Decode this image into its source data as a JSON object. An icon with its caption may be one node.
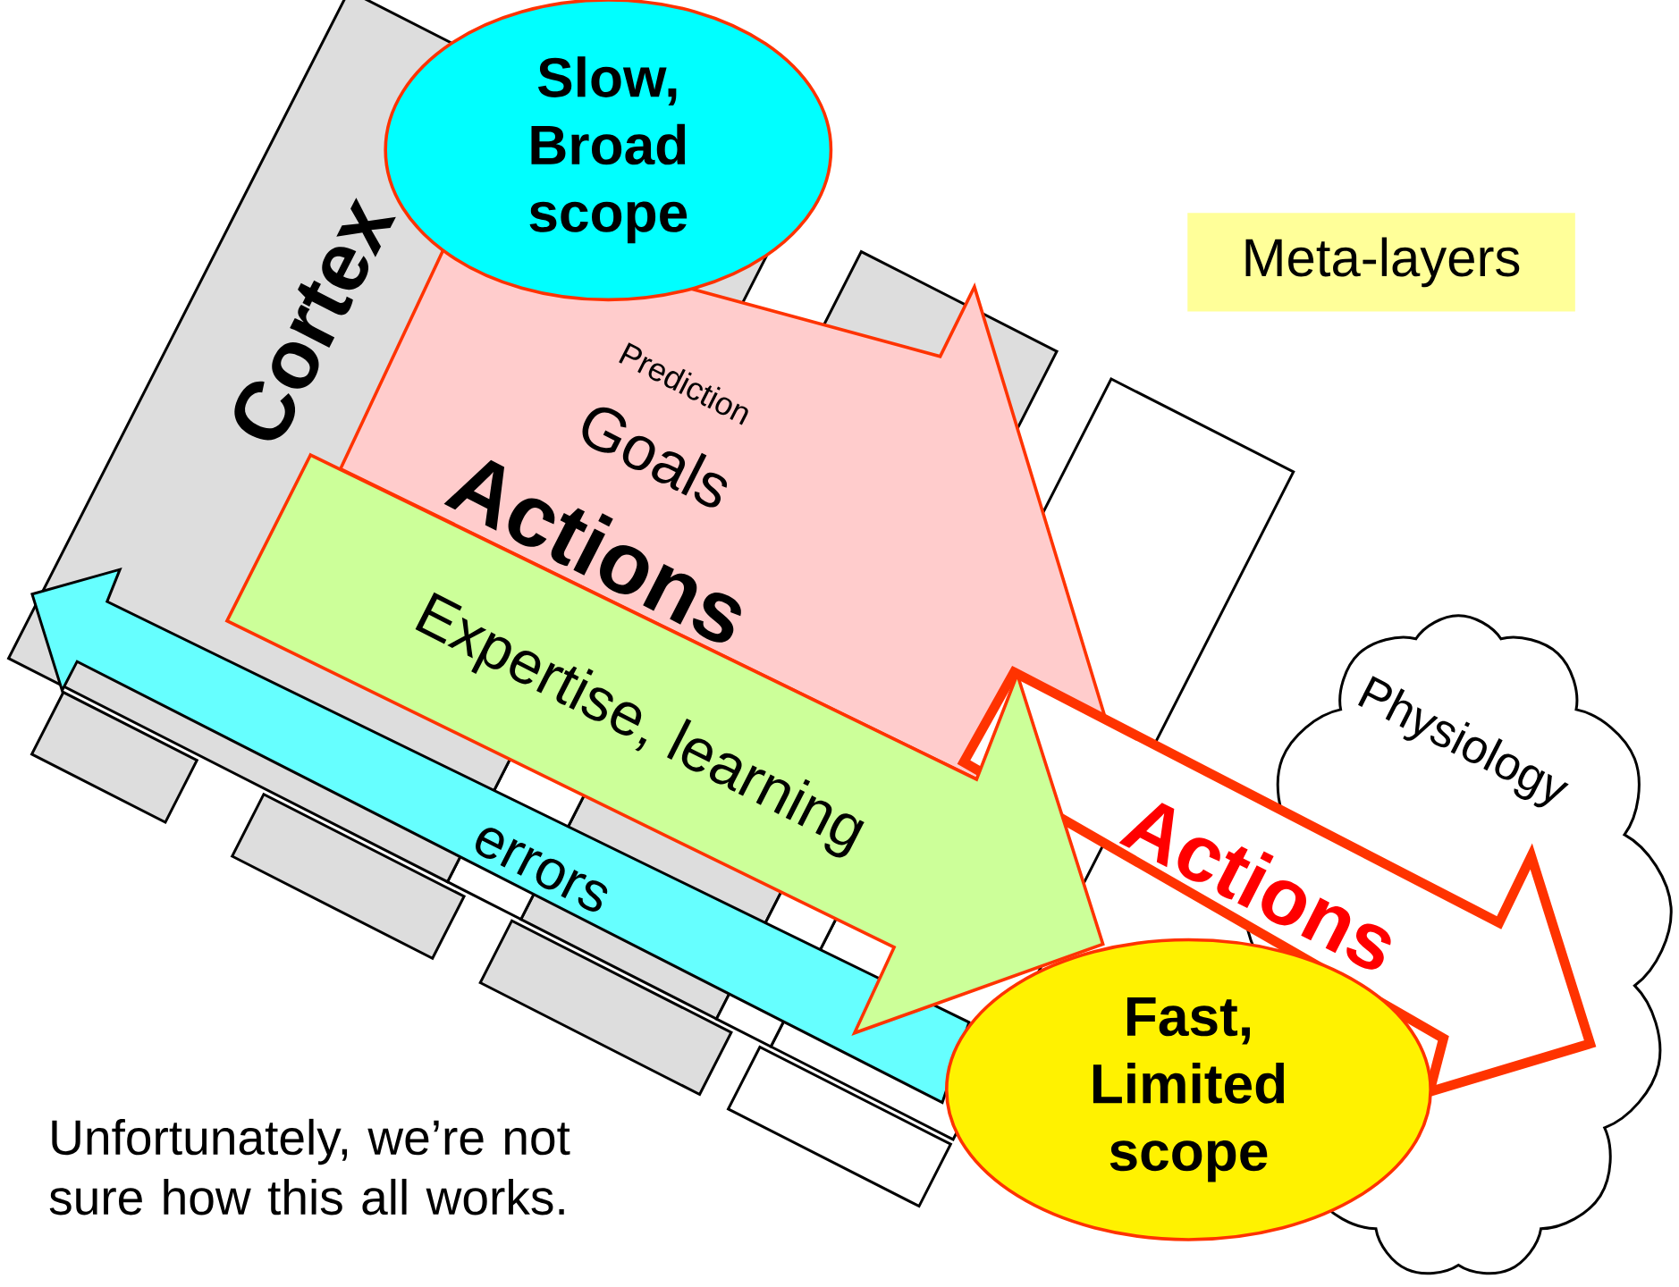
{
  "diagram": {
    "nodes": [
      {
        "text": [
          "Cortex"
        ]
      },
      {
        "text": [
          "Slow, Broad scope"
        ]
      },
      {
        "text": [
          "Prediction",
          "Goals",
          "Actions"
        ]
      },
      {
        "text": [
          "Expertise, learning"
        ]
      },
      {
        "text": [
          "errors"
        ]
      },
      {
        "text": [
          "Physiology"
        ]
      },
      {
        "text": [
          "Actions"
        ]
      },
      {
        "text": [
          "Fast, Limited scope"
        ]
      },
      {
        "text": [
          "Meta-layers"
        ]
      }
    ],
    "labels": [
      "Unfortunately, we’re not sure how this all works."
    ]
  }
}
